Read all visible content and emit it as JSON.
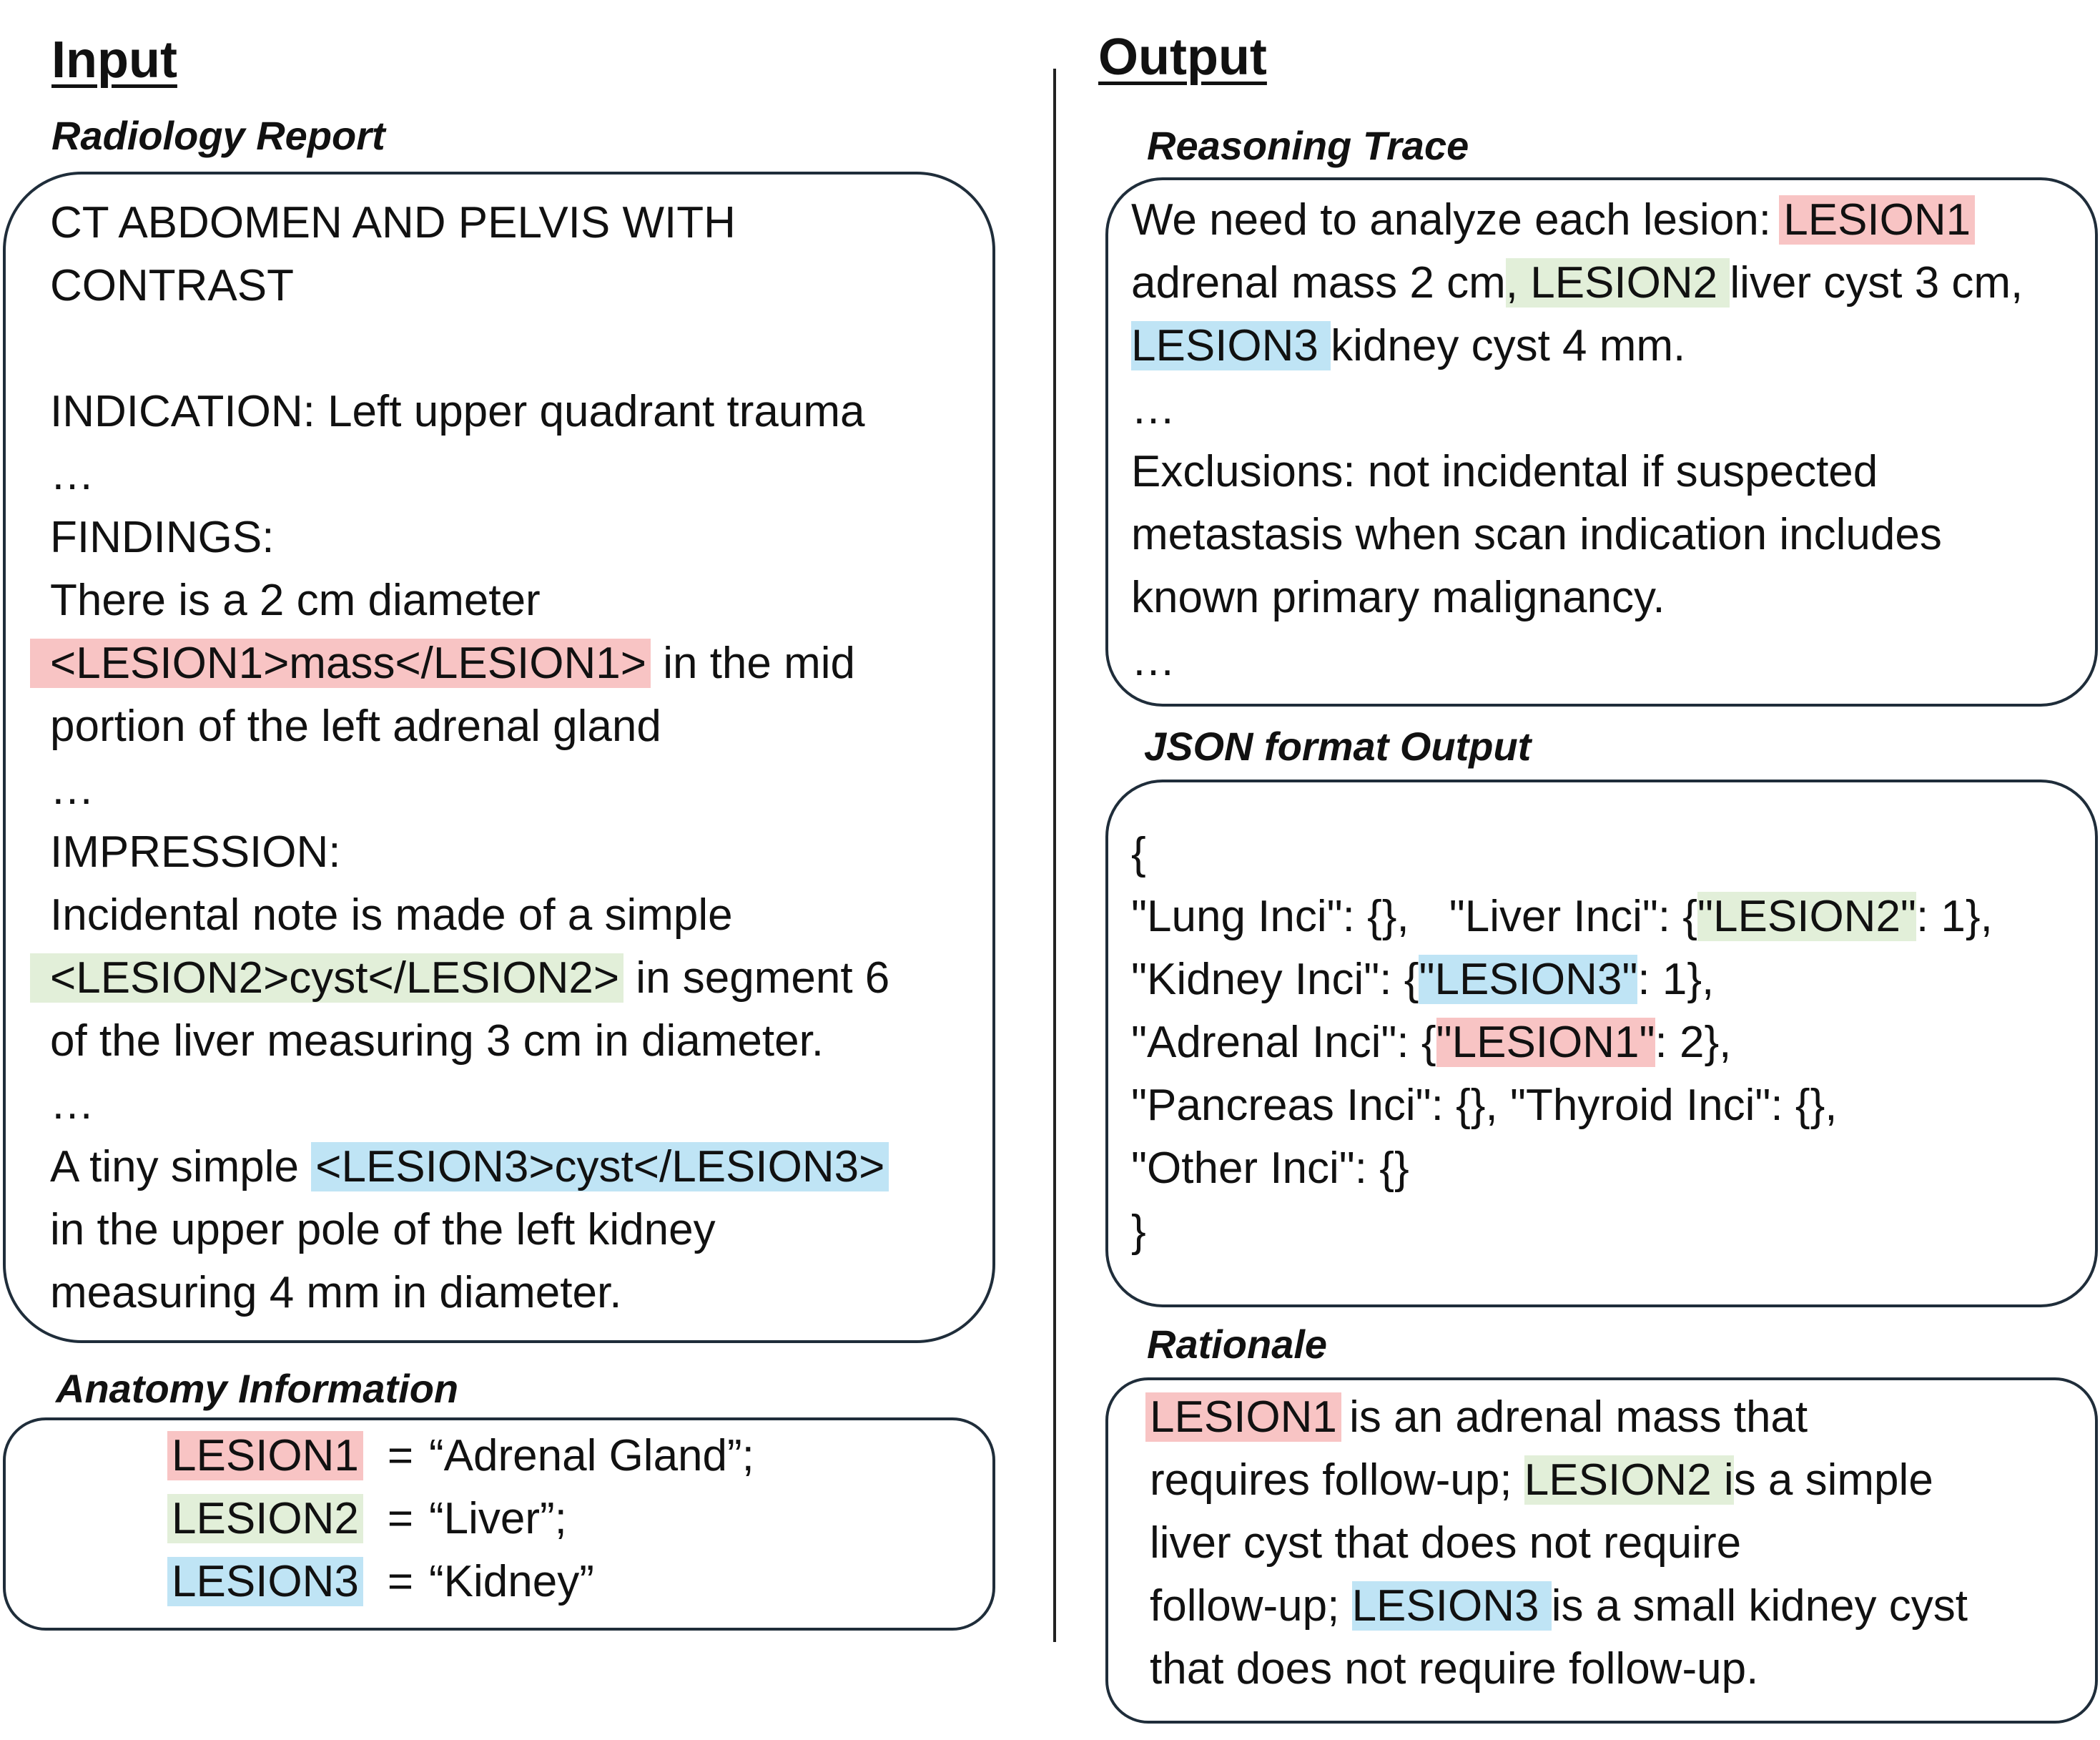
{
  "input": {
    "heading": "Input",
    "report_label": "Radiology Report",
    "report_lines": [
      "CT ABDOMEN AND PELVIS WITH",
      "CONTRAST",
      "",
      "INDICATION: Left upper quadrant trauma",
      "…",
      "FINDINGS:",
      "There is a 2 cm diameter",
      {
        "hl": "<LESION1>mass</LESION1>",
        "rest": " in the mid"
      },
      "portion of the left adrenal gland",
      "…",
      "IMPRESSION:",
      "Incidental note is made of a simple",
      {
        "hl": "<LESION2>cyst</LESION2>",
        "rest": " in segment 6"
      },
      "of the liver measuring 3 cm in diameter.",
      "…",
      {
        "pre": "A tiny simple ",
        "hl": "<LESION3>cyst</LESION3>"
      },
      "in the upper pole of the left kidney",
      "measuring 4 mm in diameter."
    ],
    "anatomy_label": "Anatomy Information",
    "anatomy": [
      {
        "key": "LESION1",
        "value": "“Adrenal Gland”;"
      },
      {
        "key": "LESION2",
        "value": "“Liver”;"
      },
      {
        "key": "LESION3",
        "value": "“Kidney”"
      }
    ]
  },
  "output": {
    "heading": "Output",
    "reasoning_label": "Reasoning Trace",
    "reasoning": {
      "l1_pre": "We need to analyze each lesion: ",
      "l1_hl": "LESION1",
      "l2_pre": "adrenal mass 2 cm",
      "l2_hl": ", LESION2 ",
      "l2_post": "liver cyst 3 cm,",
      "l3_hl": "LESION3 ",
      "l3_post": "kidney cyst 4 mm.",
      "l4": "…",
      "l5": "Exclusions: not incidental if suspected",
      "l6": "metastasis when scan indication includes",
      "l7": "known primary malignancy.",
      "l8": "…"
    },
    "json_label": "JSON format Output",
    "json": {
      "open": "{",
      "lung": "\"Lung Inci\": {},",
      "liver_pre": "\"Liver Inci\": {",
      "liver_hl": "\"LESION2\"",
      "liver_post": ": 1},",
      "kidney_pre": "\"Kidney Inci\": {",
      "kidney_hl": "\"LESION3\"",
      "kidney_post": ": 1},",
      "adrenal_pre": "\"Adrenal Inci\": {",
      "adrenal_hl": "\"LESION1\"",
      "adrenal_post": ": 2},",
      "pancreas": "\"Pancreas Inci\": {}, \"Thyroid Inci\": {},",
      "other": "\"Other Inci\": {}",
      "close": "}"
    },
    "rationale_label": "Rationale",
    "rationale": {
      "l1_hl": "LESION1",
      "l1_post": " is an adrenal mass that",
      "l2_pre": "requires follow-up; ",
      "l2_hl": "LESION2 i",
      "l2_post": "s a simple",
      "l3": "liver cyst that does not require",
      "l4_pre": "follow-up; ",
      "l4_hl": "LESION3 ",
      "l4_post": "is a small kidney cyst",
      "l5": "that does not require follow-up."
    }
  },
  "colors": {
    "red_highlight": "#f8c4c4",
    "green_highlight": "#e2efd9",
    "blue_highlight": "#bfe4f5",
    "border": "#1f2d3a"
  }
}
